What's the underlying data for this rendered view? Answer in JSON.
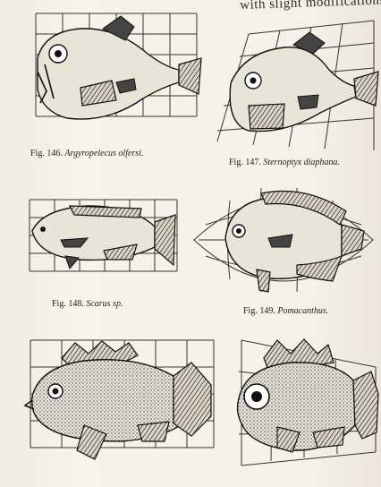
{
  "header": {
    "text": "with slight modifications of"
  },
  "figures": [
    {
      "number": "Fig. 146.",
      "species": "Argyropelecus olfersi."
    },
    {
      "number": "Fig. 147.",
      "species": "Sternoptyx diaphana."
    },
    {
      "number": "Fig. 148.",
      "species": "Scarus sp."
    },
    {
      "number": "Fig. 149.",
      "species": "Pomacanthus."
    }
  ]
}
